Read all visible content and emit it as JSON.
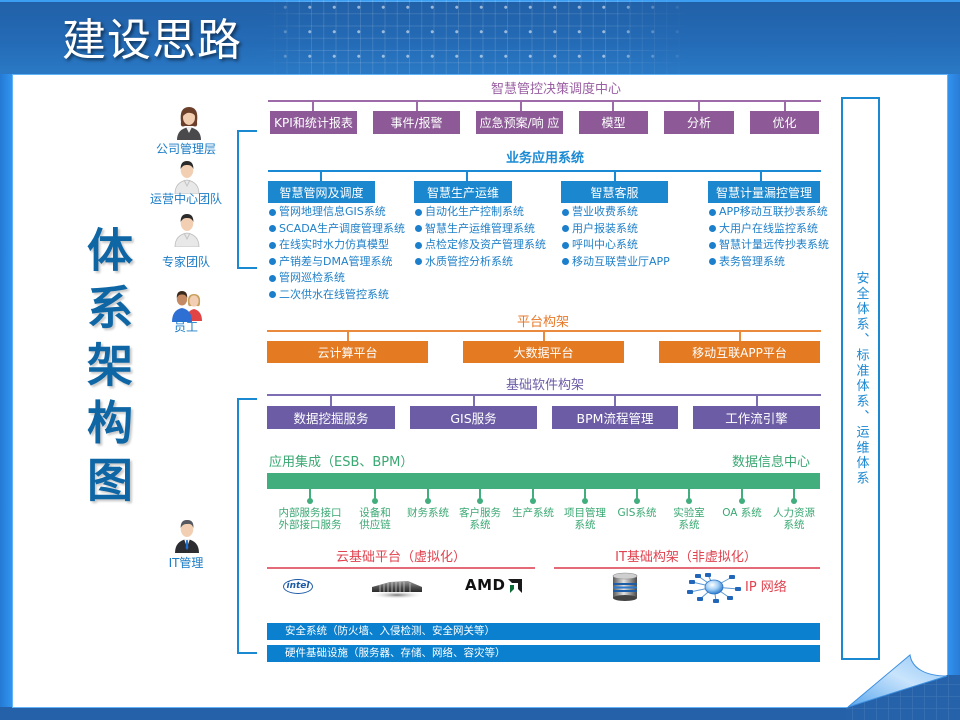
{
  "header": {
    "title": "建设思路"
  },
  "side_title": "体系架构图",
  "roles": [
    {
      "label": "公司管理层",
      "icon": "manager-woman-icon"
    },
    {
      "label": "运营中心团队",
      "icon": "operator-man-icon"
    },
    {
      "label": "专家团队",
      "icon": "expert-man-icon"
    },
    {
      "label": "员工",
      "icon": "employees-icon"
    },
    {
      "label": "IT管理",
      "icon": "it-manager-icon"
    }
  ],
  "decision_center": {
    "title": "智慧管控决策调度中心",
    "items": [
      "KPI和统计报表",
      "事件/报警",
      "应急预案/响 应",
      "模型",
      "分析",
      "优化"
    ]
  },
  "business_apps": {
    "title": "业务应用系统",
    "groups": [
      {
        "title": "智慧管网及调度",
        "items": [
          "管网地理信息GIS系统",
          "SCADA生产调度管理系统",
          "在线实时水力仿真模型",
          "产销差与DMA管理系统",
          "管网巡检系统",
          "二次供水在线管控系统"
        ]
      },
      {
        "title": "智慧生产运维",
        "items": [
          "自动化生产控制系统",
          "智慧生产运维管理系统",
          "点检定修及资产管理系统",
          "水质管控分析系统"
        ]
      },
      {
        "title": "智慧客服",
        "items": [
          "营业收费系统",
          "用户报装系统",
          "呼叫中心系统",
          "移动互联营业厅APP"
        ]
      },
      {
        "title": "智慧计量漏控管理",
        "items": [
          "APP移动互联抄表系统",
          "大用户在线监控系统",
          "智慧计量远传抄表系统",
          "表务管理系统"
        ]
      }
    ]
  },
  "platform": {
    "title": "平台构架",
    "items": [
      "云计算平台",
      "大数据平台",
      "移动互联APP平台"
    ]
  },
  "base_software": {
    "title": "基础软件构架",
    "items": [
      "数据挖掘服务",
      "GIS服务",
      "BPM流程管理",
      "工作流引擎"
    ]
  },
  "integration": {
    "left_label": "应用集成（ESB、BPM）",
    "right_label": "数据信息中心",
    "items": [
      {
        "line1": "内部服务接口",
        "line2": "外部接口服务"
      },
      {
        "line1": "设备和",
        "line2": "供应链"
      },
      {
        "line1": "财务系统",
        "line2": ""
      },
      {
        "line1": "客户服务",
        "line2": "系统"
      },
      {
        "line1": "生产系统",
        "line2": ""
      },
      {
        "line1": "项目管理",
        "line2": "系统"
      },
      {
        "line1": "GIS系统",
        "line2": ""
      },
      {
        "line1": "实验室",
        "line2": "系统"
      },
      {
        "line1": "OA 系统",
        "line2": ""
      },
      {
        "line1": "人力资源",
        "line2": "系统"
      }
    ]
  },
  "infrastructure": {
    "cloud_title": "云基础平台（虚拟化）",
    "it_title": "IT基础构架（非虚拟化）",
    "logos": {
      "intel": "intel",
      "amd": "AMD"
    },
    "icons": [
      "intel-logo",
      "server-rack-icon",
      "amd-logo",
      "database-icon",
      "network-icon"
    ],
    "ip_network_label": "IP 网络"
  },
  "foundation_bars": [
    "安全系统（防火墙、入侵检测、安全网关等）",
    "硬件基础设施（服务器、存储、网络、容灾等）"
  ],
  "standards_box": "安全体系、标准体系、运维体系",
  "colors": {
    "header_blue": "#2568b0",
    "decision_purple": "#8d5a97",
    "business_blue": "#1b87cf",
    "platform_orange": "#e47b22",
    "software_purple": "#6c5ca5",
    "integration_green": "#42ad7d",
    "infra_red": "#e0424f",
    "foundation_blue": "#0a80cf",
    "side_title_navy": "#0e66a5"
  }
}
